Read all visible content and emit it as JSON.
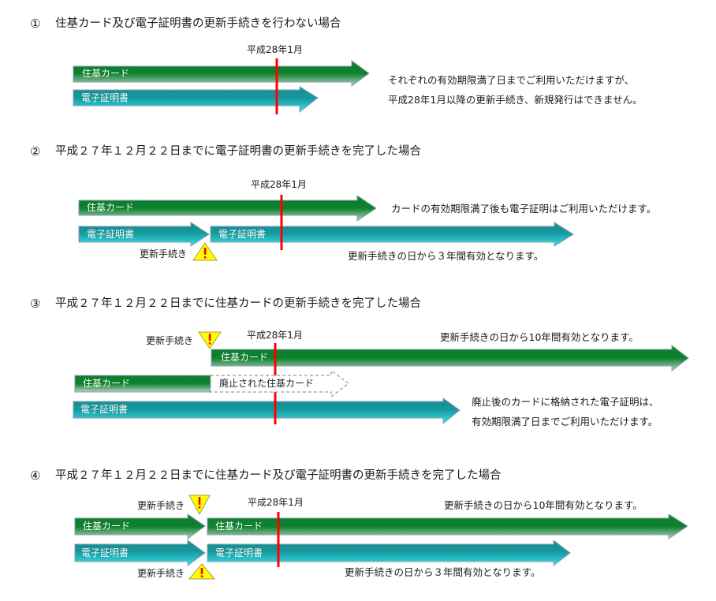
{
  "sections": [
    {
      "num": "①",
      "title": "住基カード及び電子証明書の更新手続きを行わない場合",
      "milestone": "平成28年1月",
      "bars": {
        "card": "住基カード",
        "cert": "電子証明書"
      },
      "notes": [
        "それぞれの有効期限満了日までご利用いただけますが、",
        "平成28年1月以降の更新手続き、新規発行はできません。"
      ]
    },
    {
      "num": "②",
      "title": "平成２７年１２月２２日までに電子証明書の更新手続きを完了した場合",
      "milestone": "平成28年1月",
      "bars": {
        "card": "住基カード",
        "cert_old": "電子証明書",
        "cert_new": "電子証明書"
      },
      "renewal_label": "更新手続き",
      "note_top": "カードの有効期限満了後も電子証明はご利用いただけます。",
      "note_bottom": "更新手続きの日から３年間有効となります。"
    },
    {
      "num": "③",
      "title": "平成２７年１２月２２日までに住基カードの更新手続きを完了した場合",
      "milestone": "平成28年1月",
      "bars": {
        "card_new": "住基カード",
        "card_old": "住基カード",
        "card_abolished": "廃止された住基カード",
        "cert": "電子証明書"
      },
      "renewal_label": "更新手続き",
      "note_top": "更新手続きの日から10年間有効となります。",
      "notes_right": [
        "廃止後のカードに格納された電子証明は、",
        "有効期限満了日までご利用いただけます。"
      ]
    },
    {
      "num": "④",
      "title": "平成２７年１２月２２日までに住基カード及び電子証明書の更新手続きを完了した場合",
      "milestone": "平成28年1月",
      "bars": {
        "card_old": "住基カード",
        "card_new": "住基カード",
        "cert_old": "電子証明書",
        "cert_new": "電子証明書"
      },
      "renewal_label_top": "更新手続き",
      "renewal_label_bottom": "更新手続き",
      "note_top": "更新手続きの日から10年間有効となります。",
      "note_bottom": "更新手続きの日から３年間有効となります。"
    }
  ],
  "icons": {
    "renewal_marker": "warning-triangle-icon",
    "milestone_marker": "red-vertical-line"
  },
  "colors": {
    "card_green_top": "#0b7f2c",
    "card_green_bottom": "#b6d3bd",
    "cert_teal_top": "#158a8f",
    "cert_teal_bottom": "#36e2ea",
    "milestone_red": "#ff0000",
    "warning_yellow": "#ffff00",
    "arrow_border": "#8a9cb5"
  }
}
